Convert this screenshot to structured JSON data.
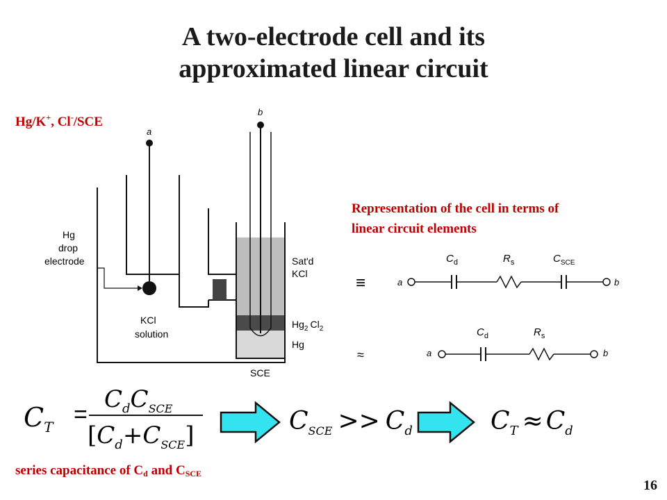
{
  "slide": {
    "title_line1": "A two-electrode cell and its",
    "title_line2": "approximated linear circuit",
    "page_number": "16"
  },
  "cell_label": {
    "part1": "Hg/K",
    "sup1": "+",
    "part2": ", Cl",
    "sup2": "-",
    "part3": "/SCE"
  },
  "representation_label": {
    "line1": "Representation of the cell in terms of",
    "line2": "linear circuit elements"
  },
  "series_label": {
    "prefix": "series capacitance of C",
    "sub1": "d",
    "mid": " and C",
    "sub2": "SCE"
  },
  "diagram": {
    "electrode_a": "a",
    "electrode_b": "b",
    "hg": "Hg",
    "drop": "drop",
    "electrode": "electrode",
    "satd": "Sat'd",
    "kcl": "KCl",
    "kcl_solution_1": "KCl",
    "kcl_solution_2": "solution",
    "hg2cl2_hg": "Hg",
    "hg2cl2_sub2": "2",
    "hg2cl2_cl": "Cl",
    "hg2cl2_sub2b": "2",
    "hg_bottom": "Hg",
    "sce": "SCE"
  },
  "circuits": {
    "equiv_symbol": "≡",
    "approx_symbol": "≈",
    "node_a": "a",
    "node_b": "b",
    "c_main": "C",
    "c_d_sub": "d",
    "r_main": "R",
    "r_s_sub": "s",
    "c_sce_sub": "SCE"
  },
  "equations": {
    "ct": "C",
    "t_sub": "T",
    "equals": "=",
    "num_c1": "C",
    "num_d": "d",
    "num_c2": "C",
    "num_sce": "SCE",
    "den_open": "[",
    "den_c1": "C",
    "den_d": "d",
    "den_plus": "+",
    "den_c2": "C",
    "den_sce": "SCE",
    "den_close": "]",
    "eq2_c": "C",
    "eq2_sce": "SCE",
    "eq2_gg": ">>",
    "eq2_c2": "C",
    "eq2_d": "d",
    "eq3_c": "C",
    "eq3_t": "T",
    "eq3_approx": "≈",
    "eq3_c2": "C",
    "eq3_d": "d"
  },
  "colors": {
    "title": "#1a1a1a",
    "label_red": "#c00000",
    "arrow_fill": "#33e3f0",
    "line": "#111111",
    "kcl_fill": "#bdbdbd",
    "calomel_fill": "#4a4a4a"
  }
}
